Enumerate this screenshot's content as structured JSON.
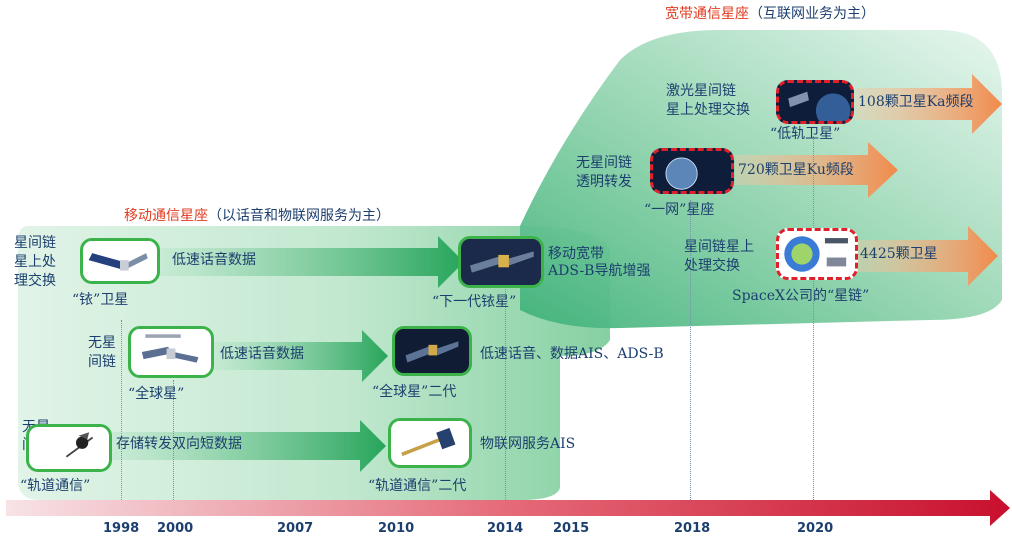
{
  "broadband": {
    "title": "宽带通信星座",
    "subtitle": "（互联网业务为主）"
  },
  "mobile": {
    "title": "移动通信星座",
    "subtitle": "（以话音和物联网服务为主）"
  },
  "left_labels": {
    "iridium_side": "星间链\n星上处\n理交换",
    "globalstar_side": "无星\n间链",
    "orbcomm_side": "无星\n间链"
  },
  "captions": {
    "iridium": "“铱”卫星",
    "globalstar": "“全球星”",
    "orbcomm": "“轨道通信”",
    "iridium_next": "“下一代铱星”",
    "globalstar2": "“全球星”二代",
    "orbcomm2": "“轨道通信”二代",
    "leo": "“低轨卫星”",
    "oneweb": "“一网”星座",
    "starlink": "SpaceX公司的“星链”"
  },
  "arrow_labels": {
    "iridium": "低速话音数据",
    "globalstar": "低速话音数据",
    "orbcomm": "存储转发双向短数据"
  },
  "service_labels": {
    "iridium_next": "移动宽带\nADS-B导航增强",
    "globalstar2": "低速话音、数据AIS、ADS-B",
    "orbcomm2": "物联网服务AIS"
  },
  "broadband_labels": {
    "leo_side": "激光星间链\n星上处理交换",
    "oneweb_side": "无星间链\n透明转发",
    "starlink_side": "星间链星上\n处理交换",
    "leo_arrow": "108颗卫星Ka频段",
    "oneweb_arrow": "720颗卫星Ku频段",
    "starlink_arrow": "4425颗卫星"
  },
  "years": [
    "1998",
    "2000",
    "2007",
    "2010",
    "2014",
    "2015",
    "2018",
    "2020"
  ],
  "colors": {
    "green_border": "#3bb34a",
    "red_title": "#e23a1f",
    "text_blue": "#1c3f6e",
    "arrow_orange": "#f08a4b",
    "timeline_red": "#c8102e"
  }
}
